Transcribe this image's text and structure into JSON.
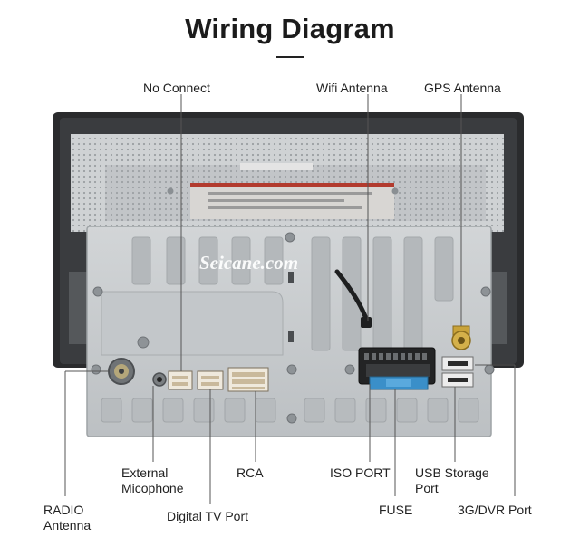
{
  "title": "Wiring Diagram",
  "watermark": "Seicane.com",
  "labels": {
    "no_connect": "No Connect",
    "wifi_antenna": "Wifi Antenna",
    "gps_antenna": "GPS  Antenna",
    "external_mic_line1": "External",
    "external_mic_line2": "Micophone",
    "rca": "RCA",
    "iso_port": "ISO PORT",
    "usb_line1": "USB Storage",
    "usb_line2": "Port",
    "radio_line1": "RADIO",
    "radio_line2": "Antenna",
    "digital_tv": "Digital TV Port",
    "fuse": "FUSE",
    "dvr": "3G/DVR Port"
  },
  "colors": {
    "chassis": "#c9ccce",
    "chassis_dark": "#9ea3a6",
    "bezel": "#2a2b2d",
    "fuse": "#3a8fc9",
    "callout_line": "#555555"
  }
}
